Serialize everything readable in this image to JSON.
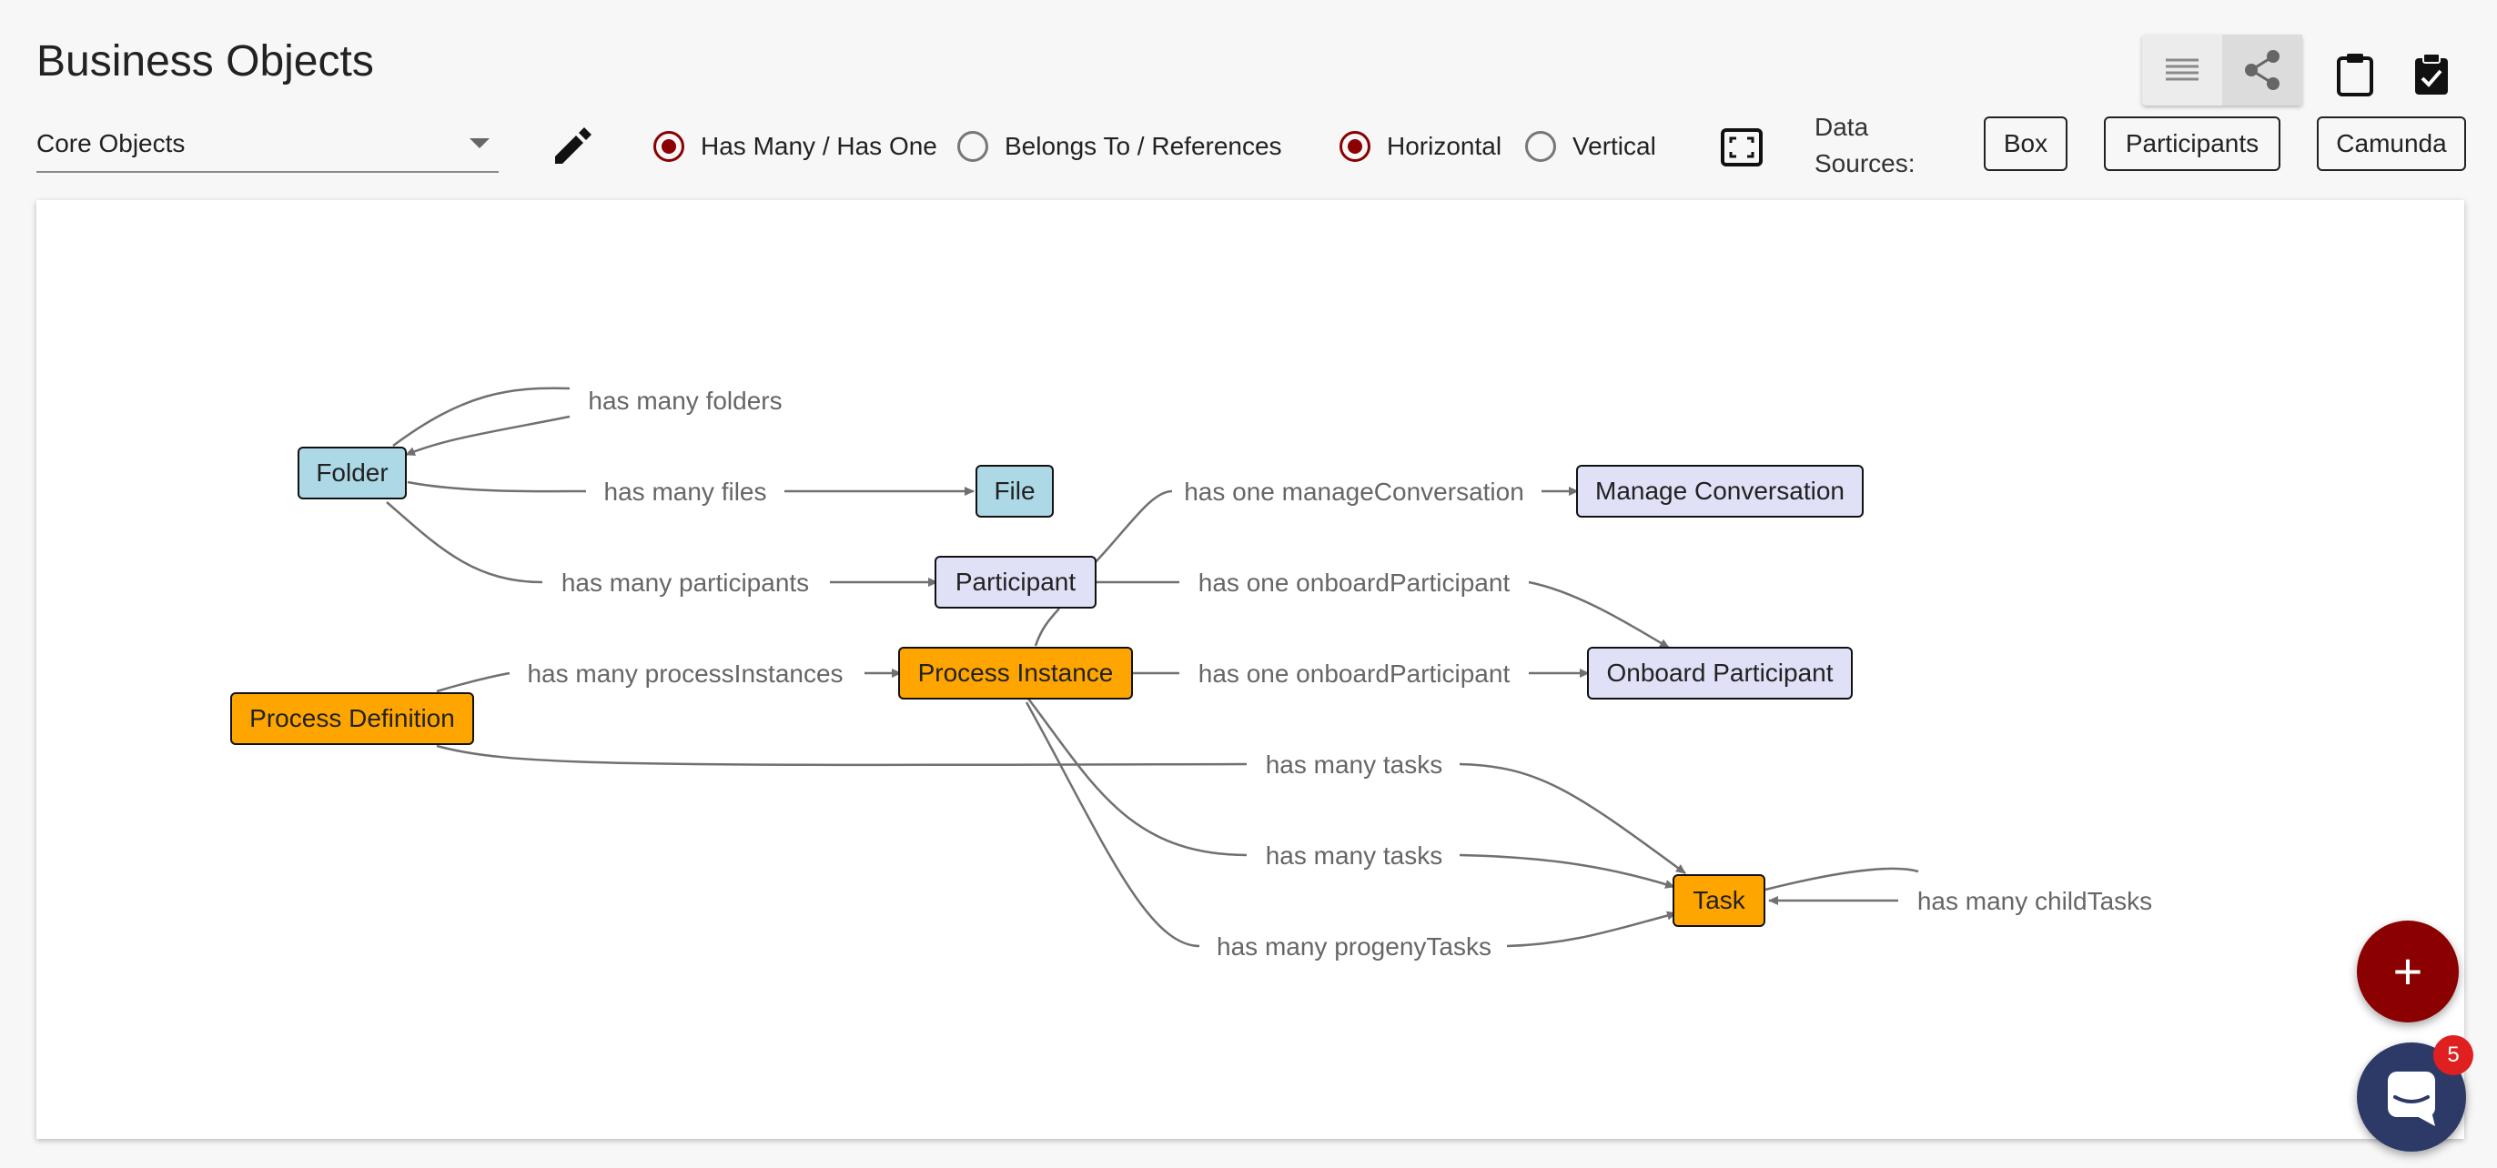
{
  "header": {
    "title": "Business Objects"
  },
  "diagram_select": {
    "value": "Core Objects"
  },
  "relation_options": [
    {
      "label": "Has Many / Has One",
      "selected": true
    },
    {
      "label": "Belongs To / References",
      "selected": false
    }
  ],
  "orientation_options": [
    {
      "label": "Horizontal",
      "selected": true
    },
    {
      "label": "Vertical",
      "selected": false
    }
  ],
  "data_sources": {
    "label": "Data Sources:",
    "items": [
      {
        "label": "Box",
        "color": "#add8e6"
      },
      {
        "label": "Participants",
        "color": "#e0e0f7"
      },
      {
        "label": "Camunda",
        "color": "#ffa500"
      }
    ]
  },
  "diagram": {
    "nodes": {
      "folder": {
        "label": "Folder",
        "color": "#add8e6"
      },
      "file": {
        "label": "File",
        "color": "#add8e6"
      },
      "participant": {
        "label": "Participant",
        "color": "#e0e0f7"
      },
      "manage_conversation": {
        "label": "Manage Conversation",
        "color": "#e0e0f7"
      },
      "onboard_participant": {
        "label": "Onboard Participant",
        "color": "#e0e0f7"
      },
      "process_definition": {
        "label": "Process Definition",
        "color": "#ffa500"
      },
      "process_instance": {
        "label": "Process Instance",
        "color": "#ffa500"
      },
      "task": {
        "label": "Task",
        "color": "#ffa500"
      }
    },
    "edge_labels": {
      "folder_folders": "has many folders",
      "folder_files": "has many files",
      "folder_participants": "has many participants",
      "participant_manage": "has one manageConversation",
      "participant_onboard": "has one onboardParticipant",
      "definition_instances": "has many processInstances",
      "instance_onboard": "has one onboardParticipant",
      "definition_tasks": "has many tasks",
      "instance_tasks": "has many tasks",
      "instance_progeny": "has many progenyTasks",
      "task_children": "has many childTasks"
    }
  },
  "chat": {
    "badge_count": "5"
  },
  "colors": {
    "accent": "#8b0000",
    "edge": "#707070",
    "chat": "#2d3a68"
  }
}
